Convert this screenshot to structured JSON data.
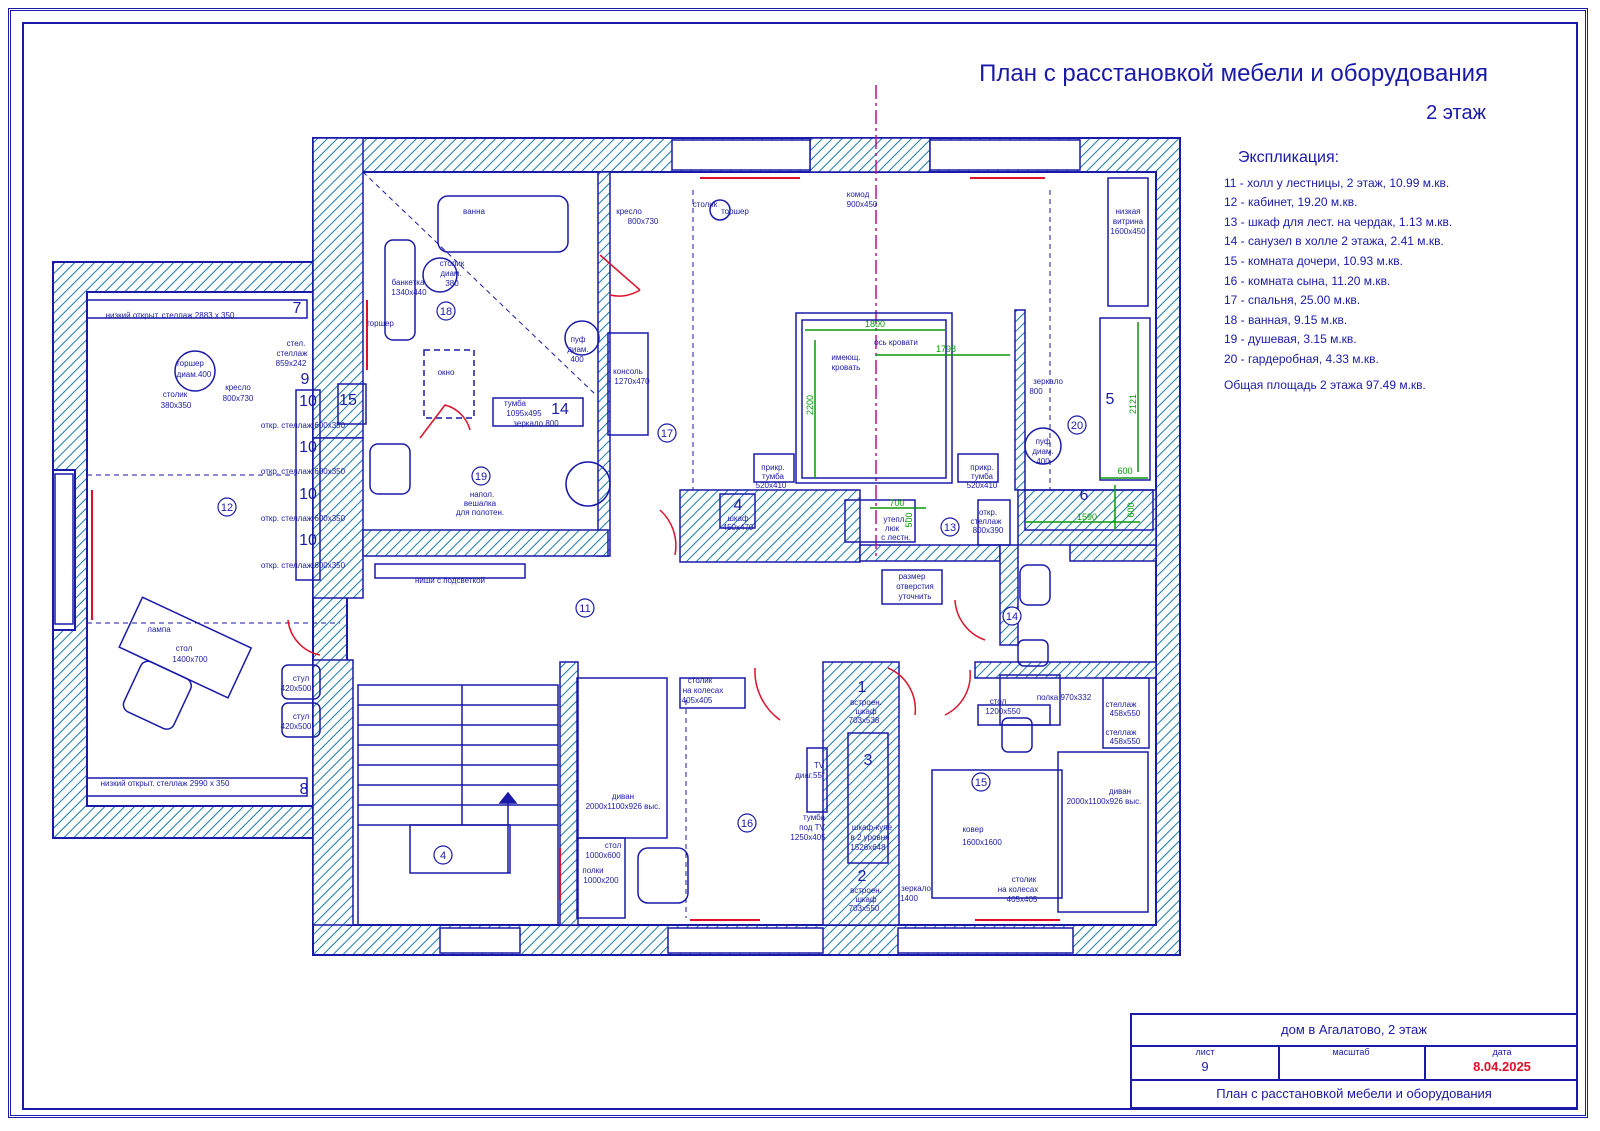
{
  "title": "План с расстановкой мебели и оборудования",
  "subtitle": "2 этаж",
  "explication": {
    "heading": "Экспликация:",
    "items": [
      "11 - холл у лестницы, 2 этаж, 10.99 м.кв.",
      "12 - кабинет, 19.20 м.кв.",
      "13 - шкаф для лест. на чердак, 1.13 м.кв.",
      "14 - санузел в холле 2 этажа, 2.41 м.кв.",
      "15 - комната дочери, 10.93 м.кв.",
      "16 - комната сына, 11.20 м.кв.",
      "17 - спальня, 25.00 м.кв.",
      "18 - ванная, 9.15 м.кв.",
      "19 - душевая, 3.15 м.кв.",
      "20 - гардеробная, 4.33 м.кв."
    ],
    "total": "Общая площадь 2 этажа 97.49 м.кв."
  },
  "stamp": {
    "project": "дом в Агалатово, 2 этаж",
    "sheet_label": "лист",
    "sheet_value": "9",
    "scale_label": "масштаб",
    "scale_value": "",
    "date_label": "дата",
    "date_value": "8.04.2025",
    "sheet_title": "План с расстановкой мебели и оборудования"
  },
  "colors": {
    "line": "#1a1aa8",
    "accent": "#e0102a",
    "dim": "#0a9a0a",
    "mark": "#c0108a"
  },
  "rooms": {
    "r4": "4",
    "r11": "11",
    "r12": "12",
    "r13": "13",
    "r14": "14",
    "r15": "15",
    "r16": "16",
    "r17": "17",
    "r18": "18",
    "r19": "19",
    "r20": "20"
  },
  "furniture": {
    "shelf_top": "низкий открыт. стеллаж 2883 х 350",
    "shelf_bottom": "низкий открыт. стеллаж 2990 х 350",
    "torsher_12": "торшер",
    "torsher_12b": "диам.400",
    "armchair_12": "кресло",
    "armchair_12b": "800х730",
    "table_small_12": "столик",
    "table_small_12b": "380х350",
    "rack_12": "стел.",
    "rack_12b": "стеллаж",
    "rack_12c": "859х242",
    "lamp": "лампа",
    "desk": "стол",
    "desk_size": "1400х700",
    "chair1": "стул",
    "chair1b": "420х500",
    "chair2": "стул",
    "chair2b": "420х500",
    "rack_side": "откр. стеллаж 600х350",
    "bath": "ванна",
    "bench": "банкетка",
    "bench_size": "1340х440",
    "table_bath": "столик",
    "table_bath_b": "диам.",
    "table_bath_c": "380",
    "torsher_bath": "торшер",
    "window_label": "окно",
    "pouf": "пуф",
    "pouf_b": "диам.",
    "pouf_c": "400",
    "tumba": "тумба",
    "tumba_size": "1095х495",
    "mirror": "зеркало 800",
    "console": "консоль",
    "console_size": "1270х470",
    "hanger": "напол.",
    "hanger_b": "вешалка",
    "hanger_c": "для полотен.",
    "niches": "ниши с подсветкой",
    "armchair_17": "кресло",
    "armchair_17b": "800х730",
    "table_17": "столик",
    "torsher_17": "торшер",
    "dresser": "комод",
    "dresser_size": "900х450",
    "showcase": "низкая",
    "showcase_b": "витрина",
    "showcase_c": "1600х450",
    "bed_axis": "ось кровати",
    "bed": "имеющ.",
    "bed_b": "кровать",
    "bed_dim_w": "1800",
    "bed_dim_l": "2200",
    "bed_dim_side": "1798",
    "nightstand_l": "прикр.",
    "nightstand_lb": "тумба",
    "nightstand_lc": "520х410",
    "nightstand_r": "прикр.",
    "nightstand_rb": "тумба",
    "nightstand_rc": "520х410",
    "wardrobe4": "шкаф",
    "wardrobe4b": "450х470",
    "attic": "утепл.",
    "attic_b": "люк",
    "attic_c": "с лестн.",
    "attic_dim": "700",
    "attic_dim2": "500",
    "rack_13": "откр.",
    "rack_13b": "стеллаж",
    "rack_13c": "800х390",
    "hole_note": "размер",
    "hole_note_b": "отверстия",
    "hole_note_c": "уточнить",
    "mirror_20": "зеркало",
    "mirror_20b": "800",
    "pouf_20": "пуф",
    "pouf_20b": "диам.",
    "pouf_20c": "400",
    "dim_2121": "2121",
    "dim_600a": "600",
    "dim_600b": "600",
    "dim_1590": "1590",
    "sofa_16": "диван",
    "sofa_16b": "2000х1100х926 выс.",
    "table_wheels_16": "столик",
    "table_wheels_16b": "на колесах",
    "table_wheels_16c": "405х405",
    "tv": "TV",
    "tv_b": "диаг.55\"",
    "tv_stand": "тумба",
    "tv_stand_b": "под TV",
    "tv_stand_c": "1250х405",
    "desk_16": "стол",
    "desk_16b": "1000х600",
    "shelves_16": "полки",
    "shelves_16b": "1000х200",
    "builtin1": "встроен.",
    "builtin1b": "шкаф",
    "builtin1c": "703х538",
    "coupe": "шкаф-купе",
    "coupe_b": "в 2 уровня",
    "coupe_c": "1526х648",
    "builtin2": "встроен.",
    "builtin2b": "шкаф",
    "builtin2c": "703х550",
    "desk_15": "стол",
    "desk_15b": "1200х550",
    "shelf_15": "полка 970х332",
    "rack_15a": "стеллаж",
    "rack_15ab": "458х550",
    "rack_15b": "стеллаж",
    "rack_15bb": "458х550",
    "carpet": "ковер",
    "carpet_b": "1600х1600",
    "sofa_15": "диван",
    "sofa_15b": "2000х1100х926 выс.",
    "mirror_15": "зеркало",
    "mirror_15b": "1400",
    "table_wheels_15": "столик",
    "table_wheels_15b": "на колесах",
    "table_wheels_15c": "405х405",
    "n1": "1",
    "n2": "2",
    "n3": "3",
    "n4": "4",
    "n5": "5",
    "n6": "6",
    "n7": "7",
    "n8": "8",
    "n9": "9",
    "n10a": "10",
    "n10b": "10",
    "n10c": "10",
    "n10d": "10",
    "n14": "14",
    "n15": "15"
  }
}
